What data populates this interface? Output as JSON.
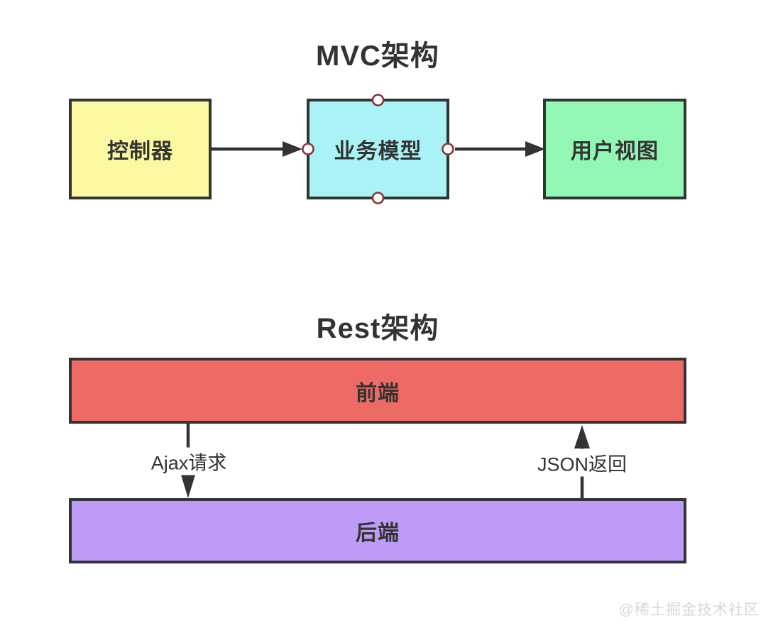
{
  "mvc": {
    "title": "MVC架构",
    "nodes": [
      {
        "id": "controller",
        "label": "控制器",
        "fill": "#faf8a0"
      },
      {
        "id": "model",
        "label": "业务模型",
        "fill": "#a9f3f6"
      },
      {
        "id": "view",
        "label": "用户视图",
        "fill": "#92f6b5"
      }
    ],
    "edges": [
      {
        "from": "controller",
        "to": "model"
      },
      {
        "from": "model",
        "to": "view"
      }
    ]
  },
  "rest": {
    "title": "Rest架构",
    "nodes": [
      {
        "id": "frontend",
        "label": "前端",
        "fill": "#ed6b64"
      },
      {
        "id": "backend",
        "label": "后端",
        "fill": "#bd9bf7"
      }
    ],
    "edges": [
      {
        "from": "frontend",
        "to": "backend",
        "label": "Ajax请求",
        "direction": "down"
      },
      {
        "from": "backend",
        "to": "frontend",
        "label": "JSON返回",
        "direction": "up"
      }
    ]
  },
  "watermark": "@稀土掘金技术社区",
  "colors": {
    "border": "#333333",
    "arrow": "#333333",
    "connector_stroke": "#8e3434",
    "connector_fill": "#ffffff",
    "watermark": "#d7d7d7",
    "background": "#ffffff"
  }
}
